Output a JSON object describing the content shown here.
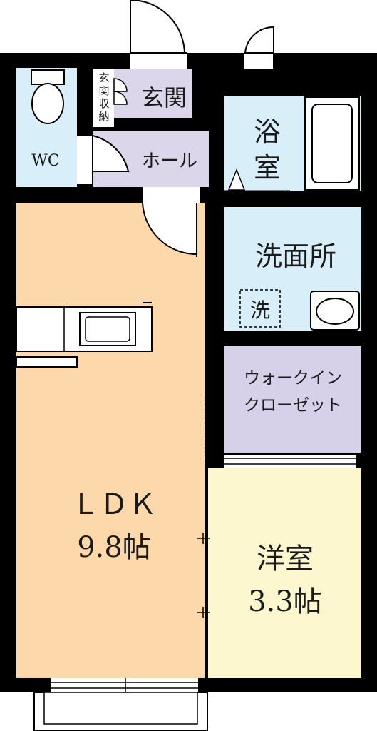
{
  "rooms": {
    "wc": "WC",
    "genkan": "玄関",
    "genkan_storage": [
      "玄",
      "関",
      "収",
      "納"
    ],
    "hall": "ホール",
    "bath": [
      "浴",
      "室"
    ],
    "washroom": "洗面所",
    "washer": "洗",
    "walkin_closet": [
      "ウォークイン",
      "クローゼット"
    ],
    "ldk": "ＬＤＫ",
    "ldk_size": "9.8帖",
    "western_room": "洋室",
    "western_size": "3.3帖"
  },
  "colors": {
    "wall": "#000000",
    "ldk": "#fcd8aa",
    "western": "#fdf7cf",
    "wet": "#d8eef8",
    "hall": "#dcd6ea",
    "closet": "#d6d0e8"
  }
}
